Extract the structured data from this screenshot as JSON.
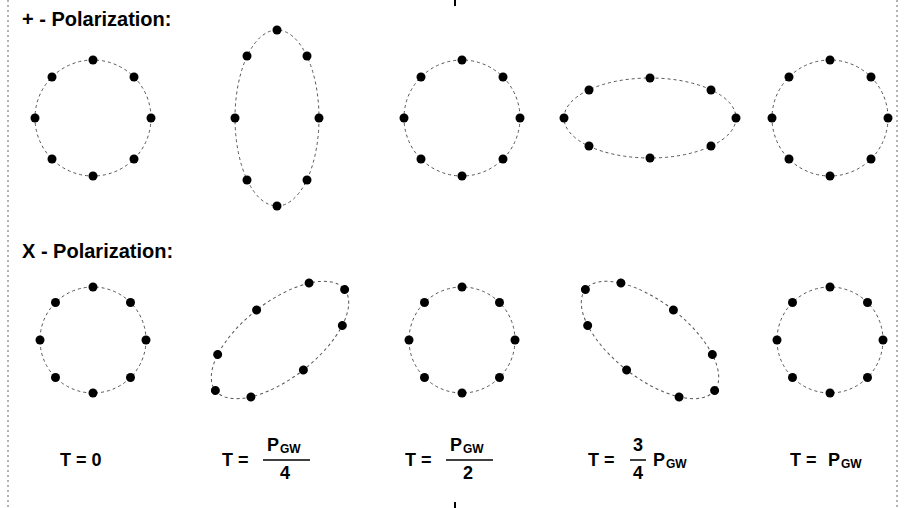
{
  "diagram": {
    "labels": [
      "+ - Polarization:",
      "X - Polarization:",
      "T = 0",
      "T =",
      "P",
      "GW",
      "4",
      "T =",
      "P",
      "GW",
      "2",
      "T =",
      "3",
      "4",
      "P",
      "GW",
      "T =",
      "P",
      "GW"
    ]
  }
}
